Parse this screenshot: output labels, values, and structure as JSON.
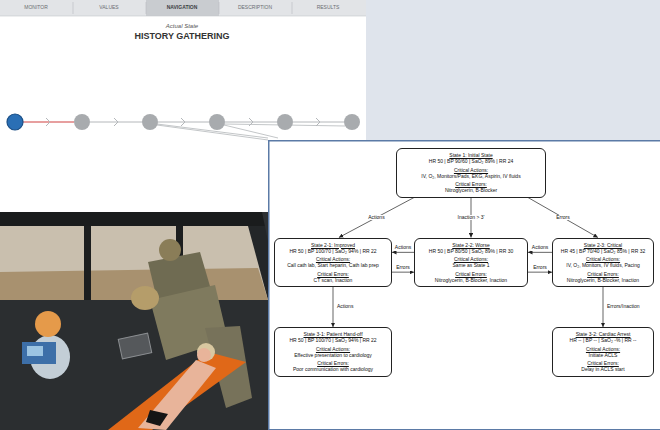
{
  "diagram": {
    "nodes": [
      {
        "text": [
          "State 1: Initial State",
          "HR 50 | BP 90/60 | SaO₂ 89% | RR 24",
          "Critical Actions:",
          "IV, O₂, Monitors/Pads, EKG, Aspirin, IV fluids",
          "Critical Errors:",
          "Nitroglycerin, B-Blocker"
        ]
      },
      {
        "text": [
          "State 2-1: Improved",
          "HR 50 | BP 100/70 | SaO₂ 94% | RR 22",
          "Critical Actions:",
          "Call cath lab, Start heparin, Cath lab prep",
          "Critical Errors:",
          "CT scan, Inaction"
        ]
      },
      {
        "text": [
          "State 2-2: Worse",
          "HR 50 | BP 80/50 | SaO₂ 89% | RR 30",
          "Critical Actions:",
          "Same as State 1",
          "Critical Errors:",
          "Nitroglycerin, B-Blocker, Inaction"
        ]
      },
      {
        "text": [
          "State 2-3: Critical",
          "HR 45 | BP 70/40 | SaO₂ 85% | RR 32",
          "Critical Actions:",
          "IV, O₂, Monitors, IV fluids, Pacing",
          "Critical Errors:",
          "Nitroglycerin, B-Blocker, Inaction"
        ]
      },
      {
        "text": [
          "State 3-1: Patient Hand-off",
          "HR 50 | BP 100/70 | SaO₂ 94% | RR 22",
          "Critical Actions:",
          "Effective presentation to cardiology",
          "Critical Errors:",
          "Poor communication with cardiology"
        ]
      },
      {
        "text": [
          "State 3-2: Cardiac Arrest",
          "HR -- | BP -- | SaO₂ -% | RR --",
          "Critical Actions:",
          "Initiate ACLS",
          "Critical Errors:",
          "Delay in ACLS start"
        ]
      }
    ],
    "edges": [
      {
        "from": 0,
        "to": 1,
        "label": "Actions",
        "arrow": "to"
      },
      {
        "from": 0,
        "to": 2,
        "label": "Inaction > 3'",
        "arrow": "to"
      },
      {
        "from": 0,
        "to": 3,
        "label": "Errors",
        "arrow": "to"
      },
      {
        "from": 2,
        "to": 1,
        "label": "Actions",
        "arrow": "to"
      },
      {
        "from": 1,
        "to": 2,
        "label": "Errors",
        "arrow": "to"
      },
      {
        "from": 3,
        "to": 2,
        "label": "Actions",
        "arrow": "to"
      },
      {
        "from": 2,
        "to": 3,
        "label": "Errors",
        "arrow": "to"
      },
      {
        "from": 1,
        "to": 4,
        "label": "Actions",
        "arrow": "to"
      },
      {
        "from": 3,
        "to": 5,
        "label": "Errors/Inaction",
        "arrow": "to"
      }
    ],
    "labels": [
      "MONITOR",
      "VALUES",
      "NAVIGATION",
      "DESCRIPTION",
      "RESULTS",
      "Actual State",
      "HISTORY GATHERING"
    ]
  }
}
